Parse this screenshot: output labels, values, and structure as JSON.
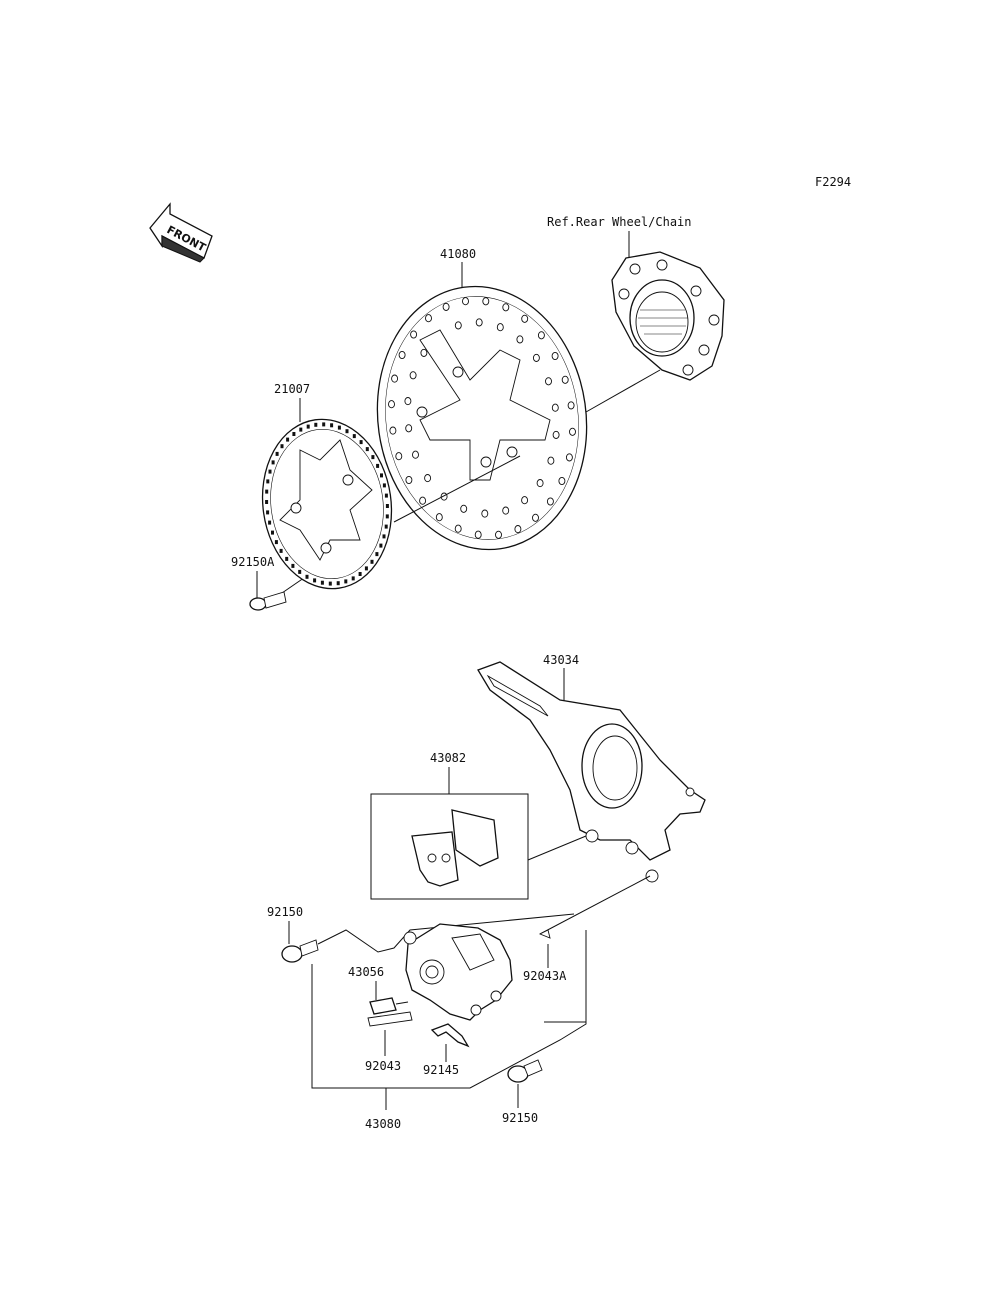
{
  "diagram_code": "F2294",
  "front_label": "FRONT",
  "reference_note": "Ref.Rear Wheel/Chain",
  "parts": {
    "brake_disc": "41080",
    "abs_rotor": "21007",
    "rotor_bolt": "92150A",
    "caliper_bracket": "43034",
    "pad_set": "43082",
    "caliper_bolt_upper": "92150",
    "bleeder_valve": "43056",
    "caliper_pin": "92043",
    "pad_spring": "92145",
    "caliper_assy": "43080",
    "caliper_bolt_lower": "92150",
    "snap_pin": "92043A"
  }
}
